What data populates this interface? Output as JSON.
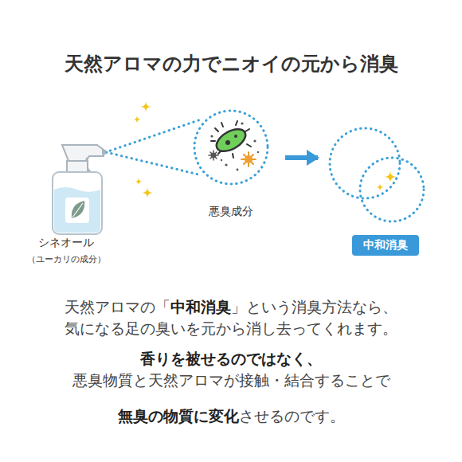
{
  "diagram": {
    "title": "天然アロマの力でニオイの元から消臭",
    "nodes": [
      {
        "text": [
          "シネオール",
          "（ユーカリの成分）"
        ]
      },
      {
        "text": [
          "悪臭成分"
        ]
      },
      {
        "text": [
          "中和消臭"
        ]
      }
    ],
    "edges": [
      {
        "from": 0,
        "to": 1,
        "arrow": "none"
      },
      {
        "from": 1,
        "to": 2,
        "arrow": "to"
      }
    ],
    "labels": [
      "天然アロマの「",
      "中和消臭",
      "」という消臭方法なら、",
      "気になる足の臭いを元から消し去ってくれます。",
      "香りを被せるのではなく、",
      "悪臭物質と天然アロマが接触・結合することで",
      "無臭の物質に変化",
      "させるのです。"
    ]
  }
}
